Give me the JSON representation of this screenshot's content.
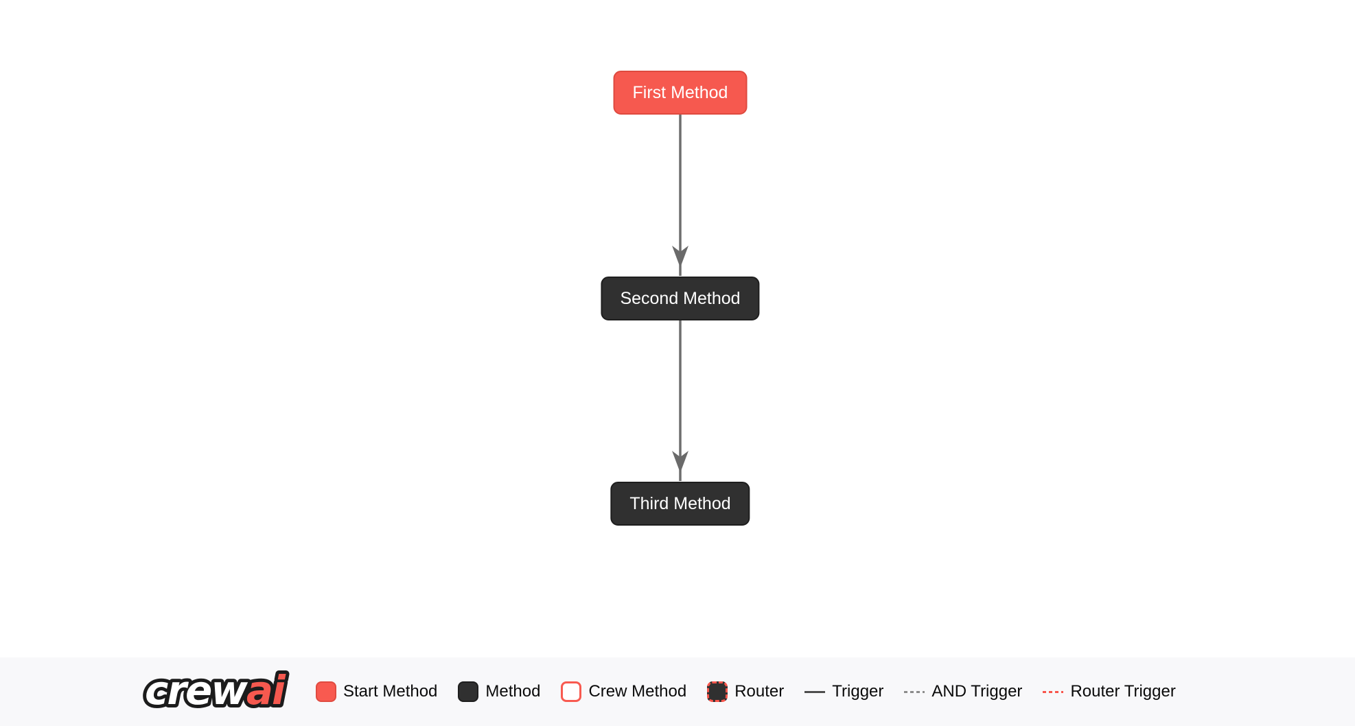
{
  "diagram": {
    "nodes": [
      {
        "label": "First Method",
        "type": "start-method"
      },
      {
        "label": "Second Method",
        "type": "method"
      },
      {
        "label": "Third Method",
        "type": "method"
      }
    ],
    "edges": [
      {
        "from": "First Method",
        "to": "Second Method",
        "type": "trigger"
      },
      {
        "from": "Second Method",
        "to": "Third Method",
        "type": "trigger"
      }
    ]
  },
  "legend": {
    "logo_crew": "crew",
    "logo_ai": "ai",
    "items": [
      {
        "label": "Start Method",
        "kind": "swatch-start"
      },
      {
        "label": "Method",
        "kind": "swatch-method"
      },
      {
        "label": "Crew Method",
        "kind": "swatch-crew"
      },
      {
        "label": "Router",
        "kind": "swatch-router"
      },
      {
        "label": "Trigger",
        "kind": "line-solid"
      },
      {
        "label": "AND Trigger",
        "kind": "line-dashed"
      },
      {
        "label": "Router Trigger",
        "kind": "line-dashed-red"
      }
    ]
  },
  "colors": {
    "start_fill": "#F6594F",
    "start_border": "#DE4A3F",
    "method_fill": "#303030",
    "method_border": "#1E1E1E",
    "arrow": "#6E6E6E",
    "legend_background": "#F8F8FA",
    "trigger_line": "#4E4E4E",
    "and_trigger_line": "#8C8C8C",
    "router_trigger_line": "#F8564C"
  }
}
